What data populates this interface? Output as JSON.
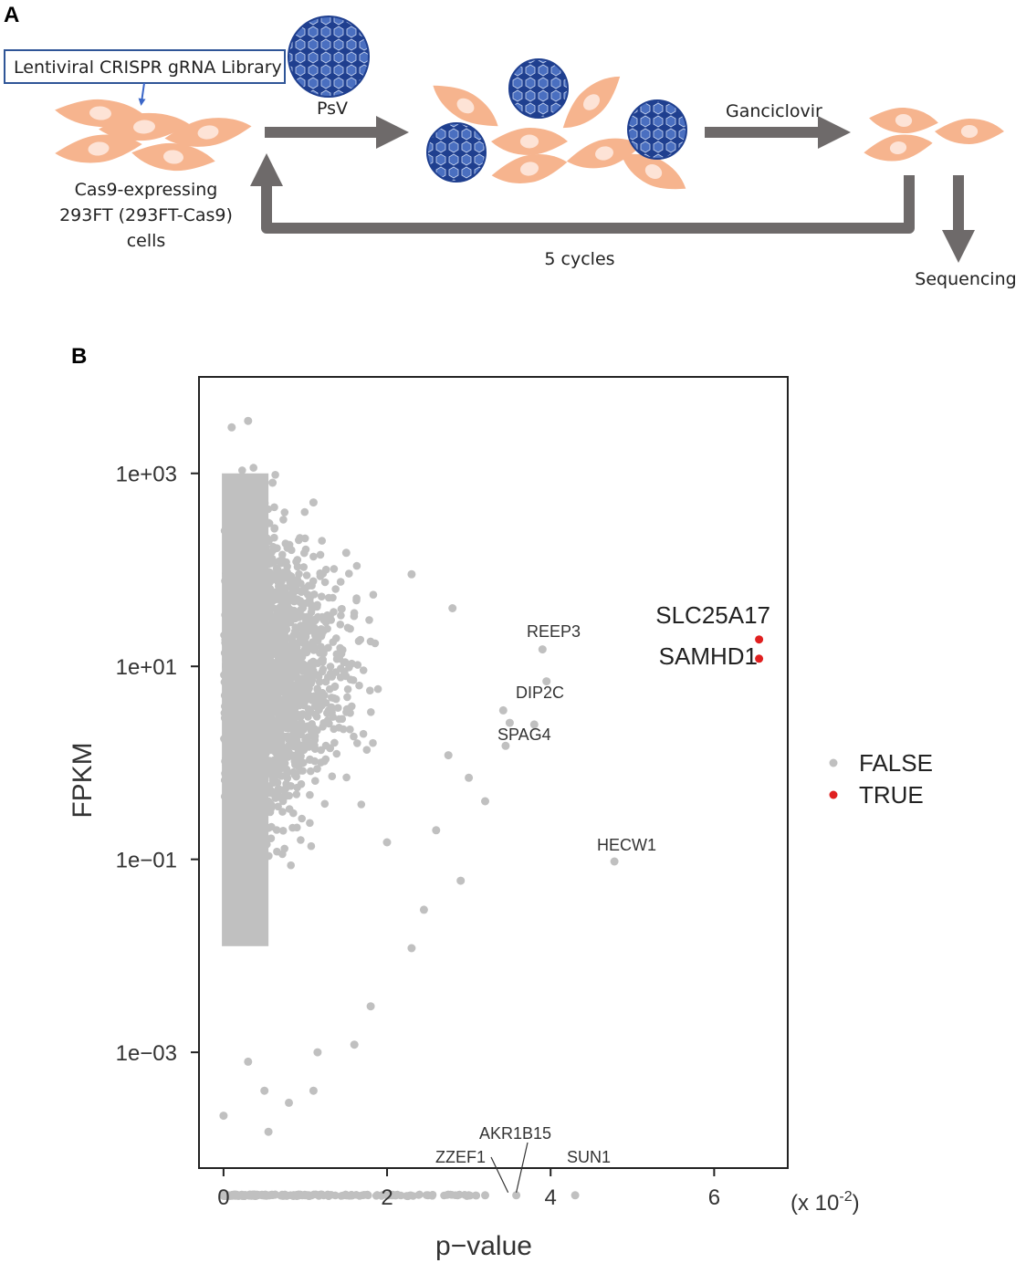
{
  "schematic": {
    "panel_label": "A",
    "library_label": "Lentiviral CRISPR gRNA Library",
    "cell_label_lines": [
      "Cas9-expressing",
      "293FT (293FT-Cas9)",
      "cells"
    ],
    "psv_label": "PsV",
    "ganciclovir_label": "Ganciclovir",
    "cycles_label": "5 cycles",
    "sequencing_label": "Sequencing",
    "colors": {
      "cell": "#f6b48e",
      "nucleus": "#fde3d6",
      "virus": "#1f3f8f",
      "arrow": "#6e6a6a"
    }
  },
  "chart_data": {
    "panel_label": "B",
    "type": "scatter",
    "xlabel": "p−value",
    "ylabel": "FPKM",
    "x_multiplier_label": "(x 10",
    "x_multiplier_exp": "-2",
    "x_multiplier_close": ")",
    "xlim": [
      -0.3,
      6.9
    ],
    "ylim_log10": [
      -4.2,
      4.0
    ],
    "log_y": true,
    "grid": false,
    "x_ticks": [
      0,
      2,
      4,
      6
    ],
    "x_tick_labels": [
      "0",
      "2",
      "4",
      "6"
    ],
    "y_ticks_log10": [
      3,
      1,
      -1,
      -3
    ],
    "y_tick_labels": [
      "1e+03",
      "1e+01",
      "1e−01",
      "1e−03"
    ],
    "legend": {
      "position": "right",
      "entries": [
        {
          "label": "FALSE",
          "color": "#c0c0c0"
        },
        {
          "label": "TRUE",
          "color": "#e02020"
        }
      ]
    },
    "series": [
      {
        "name": "FALSE",
        "color": "#c0c0c0",
        "points": [
          {
            "x": 3.9,
            "y": 15,
            "label": "REEP3"
          },
          {
            "x": 3.95,
            "y": 7,
            "label": "DIP2C"
          },
          {
            "x": 3.8,
            "y": 2.5
          },
          {
            "x": 3.5,
            "y": 2.6
          },
          {
            "x": 3.42,
            "y": 3.5
          },
          {
            "x": 3.45,
            "y": 1.5,
            "label": "SPAG4"
          },
          {
            "x": 4.78,
            "y": 0.095,
            "label": "HECW1"
          },
          {
            "x": 3.2,
            "y": 0.4
          },
          {
            "x": 3.0,
            "y": 0.7
          },
          {
            "x": 2.9,
            "y": 0.06
          },
          {
            "x": 2.8,
            "y": 40
          },
          {
            "x": 2.75,
            "y": 1.2
          },
          {
            "x": 2.6,
            "y": 0.2
          },
          {
            "x": 2.45,
            "y": 0.03
          },
          {
            "x": 2.3,
            "y": 0.012
          },
          {
            "x": 2.0,
            "y": 0.15
          },
          {
            "x": 1.8,
            "y": 0.003
          },
          {
            "x": 1.6,
            "y": 0.0012
          },
          {
            "x": 1.15,
            "y": 0.001
          },
          {
            "x": 1.1,
            "y": 0.0004
          },
          {
            "x": 0.8,
            "y": 0.0003
          },
          {
            "x": 0.55,
            "y": 0.00015
          },
          {
            "x": 0.5,
            "y": 0.0004
          },
          {
            "x": 0.3,
            "y": 0.0008
          },
          {
            "x": 0.0,
            "y": 0.00022
          },
          {
            "x": 0.3,
            "y": 3500
          },
          {
            "x": 0.1,
            "y": 3000
          },
          {
            "x": 0.6,
            "y": 800
          },
          {
            "x": 1.1,
            "y": 500
          },
          {
            "x": 1.5,
            "y": 150
          },
          {
            "x": 2.3,
            "y": 90
          },
          {
            "x": 3.2,
            "y": 3.3e-05,
            "label": "ZZEF1"
          },
          {
            "x": 3.58,
            "y": 3.3e-05,
            "label": "AKR1B15"
          },
          {
            "x": 4.3,
            "y": 3.3e-05,
            "label": "SUN1"
          },
          {
            "x": 0.1,
            "y": 3.3e-05
          },
          {
            "x": 0.5,
            "y": 3.3e-05
          },
          {
            "x": 1.0,
            "y": 3.3e-05
          },
          {
            "x": 1.5,
            "y": 3.3e-05
          },
          {
            "x": 2.0,
            "y": 3.3e-05
          },
          {
            "x": 2.5,
            "y": 3.3e-05
          },
          {
            "x": 3.0,
            "y": 3.3e-05
          }
        ]
      },
      {
        "name": "TRUE",
        "color": "#e02020",
        "points": [
          {
            "x": 6.55,
            "y": 19,
            "label": "SLC25A17"
          },
          {
            "x": 6.55,
            "y": 12,
            "label": "SAMHD1"
          }
        ]
      }
    ]
  }
}
